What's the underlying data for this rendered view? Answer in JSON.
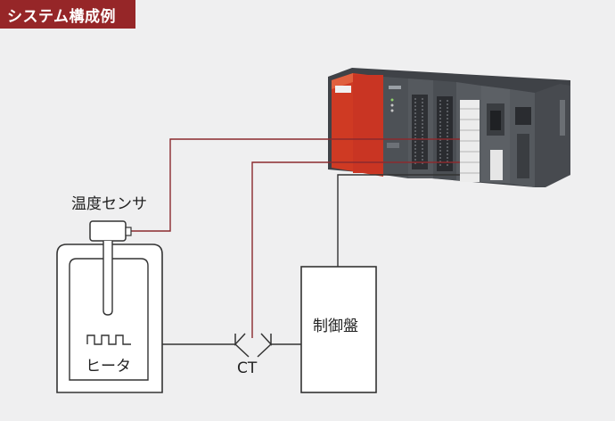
{
  "section_title": "システム構成例",
  "labels": {
    "temperature_sensor": "温度センサ",
    "heater": "ヒータ",
    "ct": "CT",
    "control_panel": "制御盤"
  },
  "colors": {
    "title_background": "#962628",
    "signal_wire": "#8b2a2e",
    "outline": "#333333",
    "plc_red": "#d0361e"
  }
}
